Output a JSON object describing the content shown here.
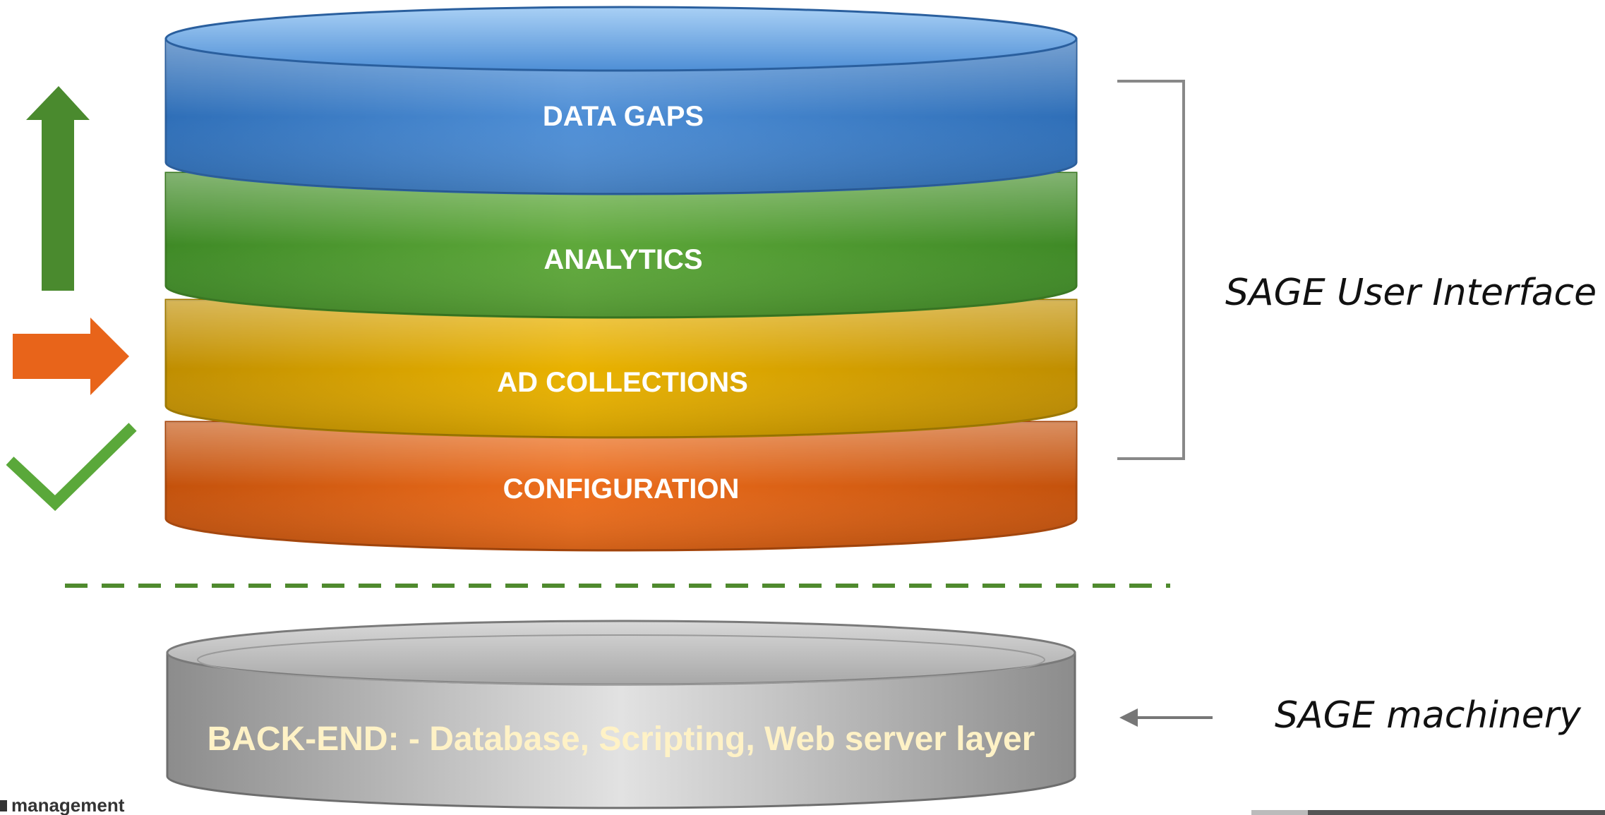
{
  "layers": [
    {
      "label": "DATA GAPS",
      "color_top": "#a9d0f5",
      "color_mid": "#4f8fd6",
      "color_dark": "#2f6fb8"
    },
    {
      "label": "ANALYTICS",
      "color_top": "#9fd47a",
      "color_mid": "#5ea83a",
      "color_dark": "#3f8a26"
    },
    {
      "label": "AD COLLECTIONS",
      "color_top": "#f6d66a",
      "color_mid": "#e9b200",
      "color_dark": "#c08e00"
    },
    {
      "label": "CONFIGURATION",
      "color_top": "#f59a52",
      "color_mid": "#ec6d1c",
      "color_dark": "#c4520c"
    }
  ],
  "backend": {
    "label": "BACK-END: - Database, Scripting, Web server layer",
    "label_color": "#fff2c6",
    "color_light": "#e2e2e2",
    "color_dark": "#8c8c8c"
  },
  "annotations": {
    "ui_label": "SAGE User Interface",
    "machinery_label": "SAGE machinery"
  },
  "icons": {
    "up": {
      "name": "arrow-up-icon",
      "color": "#4a8a2e"
    },
    "right": {
      "name": "arrow-right-icon",
      "color": "#e8641a"
    },
    "check": {
      "name": "check-icon",
      "color": "#5aa83a"
    }
  },
  "divider_color": "#4f8a2e",
  "footer": {
    "text": "management"
  }
}
